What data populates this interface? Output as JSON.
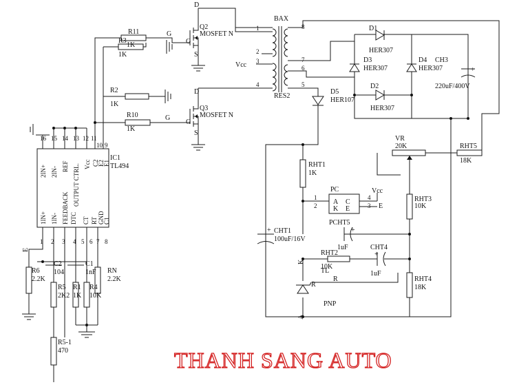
{
  "brand": {
    "text": "THANH SANG AUTO",
    "color": "#d42020"
  },
  "transformer": {
    "name": "BAX",
    "part": "RES2",
    "pins": [
      "1",
      "2",
      "3",
      "4",
      "5",
      "6",
      "7",
      "8"
    ]
  },
  "mosfets": [
    {
      "ref": "Q2",
      "type": "MOSFET N",
      "d": "D",
      "g": "G",
      "s": "S"
    },
    {
      "ref": "Q3",
      "type": "MOSFET N",
      "d": "D",
      "g": "G",
      "s": "S"
    }
  ],
  "gate_labels": {
    "g_top": "G",
    "g_bottom": "G"
  },
  "resistors": {
    "R11": {
      "ref": "R11",
      "value": "1K"
    },
    "R3": {
      "ref": "R3",
      "value": "1K"
    },
    "R2": {
      "ref": "R2",
      "value": "1K"
    },
    "R10": {
      "ref": "R10",
      "value": "1K"
    },
    "R6": {
      "ref": "R6",
      "value": "2.2K"
    },
    "R5": {
      "ref": "R5",
      "value": "2K2"
    },
    "R1": {
      "ref": "R1",
      "value": "1K"
    },
    "R4": {
      "ref": "R4",
      "value": "10K"
    },
    "RN": {
      "ref": "RN",
      "value": "2.2K"
    },
    "R51": {
      "ref": "R5-1",
      "value": "470"
    },
    "RHT1": {
      "ref": "RHT1",
      "value": "1K"
    },
    "RHT2": {
      "ref": "RHT2",
      "value": "10K"
    },
    "RHT3": {
      "ref": "RHT3",
      "value": "10K"
    },
    "RHT4": {
      "ref": "RHT4",
      "value": "18K"
    },
    "RHT5": {
      "ref": "RHT5",
      "value": "18K"
    },
    "VR": {
      "ref": "VR",
      "value": "20K"
    }
  },
  "capacitors": {
    "C2": {
      "ref": "C2",
      "value": "104"
    },
    "C1": {
      "ref": "C1",
      "value": "1nF"
    },
    "CH3": {
      "ref": "CH3",
      "value": "220uF/400V"
    },
    "CHT1": {
      "ref": "CHT1",
      "value": "100uF/16V"
    },
    "CHT5": {
      "ref": "CHT5",
      "value": "1uF"
    },
    "CHT4": {
      "ref": "CHT4",
      "value": "1uF"
    }
  },
  "diodes": {
    "D1": {
      "ref": "D1",
      "value": "HER307"
    },
    "D2": {
      "ref": "D2",
      "value": "HER307"
    },
    "D3": {
      "ref": "D3",
      "value": "HER307"
    },
    "D4": {
      "ref": "D4",
      "value": "HER307"
    },
    "D5": {
      "ref": "D5",
      "value": "HER107"
    }
  },
  "ic1": {
    "ref": "IC1",
    "part": "TL494",
    "top_pins": [
      "16",
      "15",
      "14",
      "13",
      "12",
      "11",
      "10",
      "9"
    ],
    "top_labels": [
      "2IN+",
      "2IN-",
      "REF",
      "OUTPUT CTRL.",
      "Vcc",
      "C2",
      "E2",
      "E1"
    ],
    "bottom_pins": [
      "1",
      "2",
      "3",
      "4",
      "5",
      "6",
      "7",
      "8"
    ],
    "bottom_labels": [
      "1IN+",
      "1IN-",
      "FEEDBACK",
      "DTC",
      "CT",
      "RT",
      "GND",
      "C1"
    ]
  },
  "optocoupler": {
    "ref": "PC",
    "a": "A",
    "k": "K",
    "c": "C",
    "e": "E",
    "pins": [
      "1",
      "2",
      "3",
      "4"
    ],
    "label2": "PCHT5"
  },
  "shunt": {
    "type": "TL",
    "k": "K",
    "r": "R",
    "a": "A"
  },
  "misc": {
    "vcc": "Vcc",
    "vcc2": "Vcc",
    "pnp": "PNP",
    "r_label": "R",
    "e_label": "E",
    "e_left": "E"
  }
}
